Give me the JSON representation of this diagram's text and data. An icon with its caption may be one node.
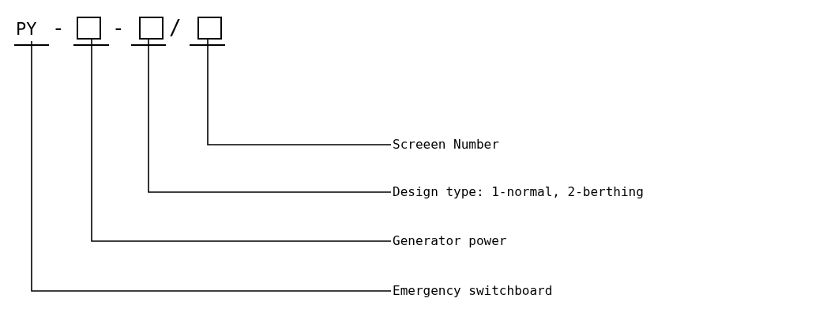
{
  "diagram": {
    "nodes": [
      {
        "text": [
          "PY"
        ]
      },
      {
        "text": [],
        "shape": "box"
      },
      {
        "text": [],
        "shape": "box"
      },
      {
        "text": [],
        "shape": "box"
      },
      {
        "text": [
          "Screeen Number"
        ]
      },
      {
        "text": [
          "Design type: 1-normal, 2-berthing"
        ]
      },
      {
        "text": [
          "Generator power"
        ]
      },
      {
        "text": [
          "Emergency switchboard"
        ]
      }
    ],
    "edges": [
      {
        "from": 4,
        "to": 3,
        "arrow": "none"
      },
      {
        "from": 5,
        "to": 2,
        "arrow": "none"
      },
      {
        "from": 6,
        "to": 1,
        "arrow": "none"
      },
      {
        "from": 7,
        "to": 0,
        "arrow": "none"
      }
    ],
    "labels": [
      "-",
      "-",
      "/"
    ]
  }
}
